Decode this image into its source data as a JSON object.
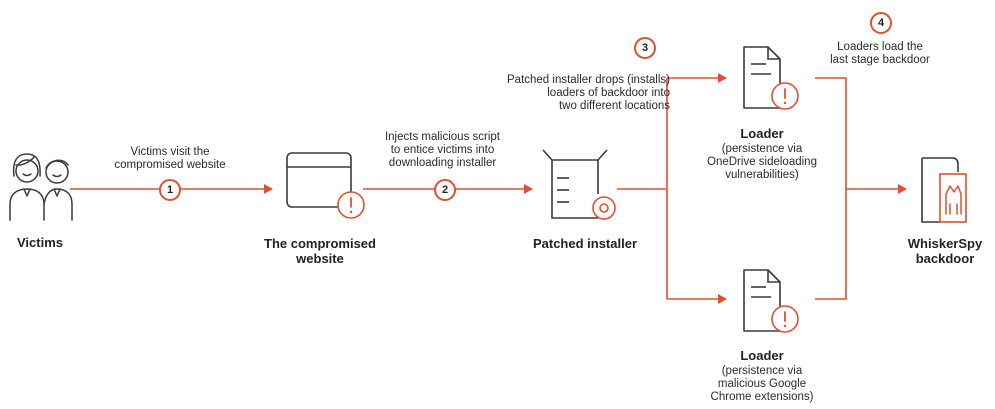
{
  "colors": {
    "accent": "#e0502e",
    "icon": "#3a3a3a",
    "text": "#2b2b2b"
  },
  "nodes": {
    "victims": {
      "title": "Victims",
      "icon": "people-icon"
    },
    "website": {
      "title_line1": "The compromised",
      "title_line2": "website",
      "icon": "browser-window-icon"
    },
    "installer": {
      "title": "Patched installer",
      "icon": "installer-box-icon"
    },
    "loader_top": {
      "title": "Loader",
      "desc_line1": "(persistence via",
      "desc_line2": "OneDrive sideloading",
      "desc_line3": "vulnerabilities)",
      "icon": "document-warning-icon"
    },
    "loader_bottom": {
      "title": "Loader",
      "desc_line1": "(persistence via",
      "desc_line2": "malicious Google",
      "desc_line3": "Chrome extensions)",
      "icon": "document-warning-icon"
    },
    "backdoor": {
      "title_line1": "WhiskerSpy",
      "title_line2": "backdoor",
      "icon": "cat-device-icon"
    }
  },
  "steps": [
    {
      "number": "1",
      "line1": "Victims visit the",
      "line2": "compromised website"
    },
    {
      "number": "2",
      "line1": "Injects malicious script",
      "line2": "to entice victims into",
      "line3": "downloading installer"
    },
    {
      "number": "3",
      "line1": "Patched installer drops (installs)",
      "line2": "loaders of backdoor into",
      "line3": "two different locations"
    },
    {
      "number": "4",
      "line1": "Loaders load the",
      "line2": "last stage backdoor"
    }
  ]
}
